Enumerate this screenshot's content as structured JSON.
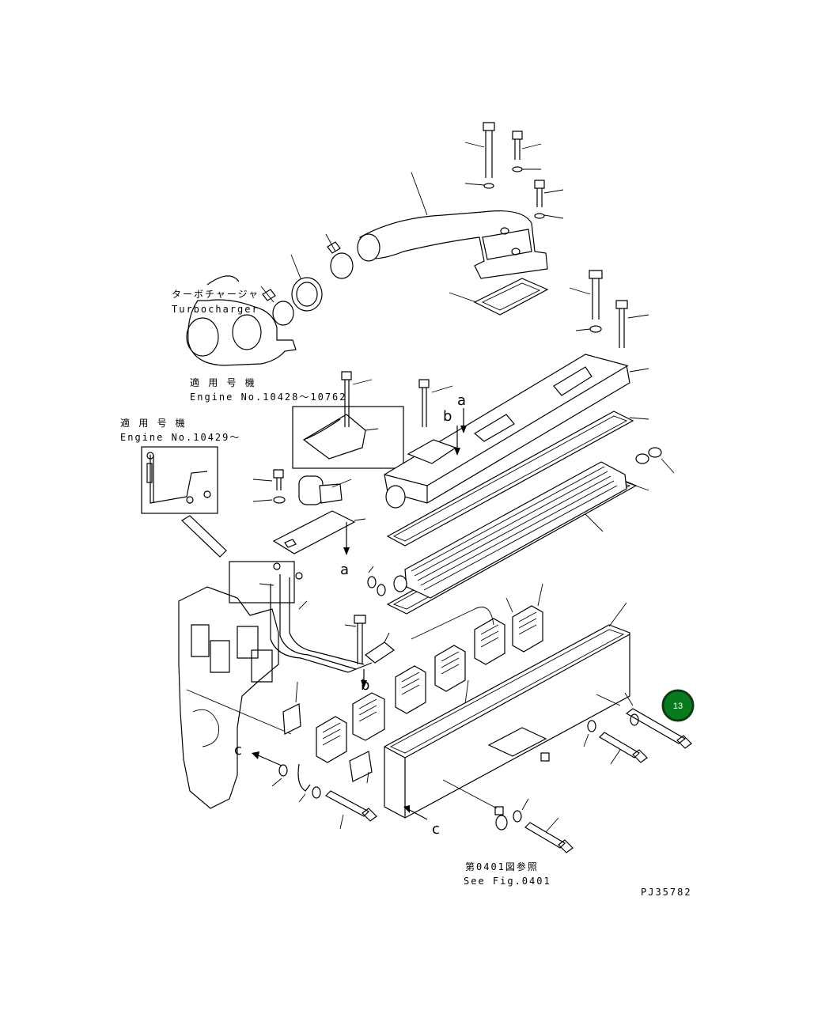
{
  "labels": {
    "turbo_jp": "ターボチャージャ",
    "turbo_en": "Turbocharger",
    "applicable_jp_1": "適 用 号 機",
    "engine_range_1": "Engine No.10428～10762",
    "applicable_jp_2": "適 用 号 機",
    "engine_range_2": "Engine No.10429～",
    "see_fig_jp": "第0401図参照",
    "see_fig_en": "See Fig.0401",
    "drawing_no": "PJ35782"
  },
  "refs": {
    "a": "a",
    "b": "b",
    "c": "c"
  },
  "callout": {
    "number": "13",
    "color": "#0a7a1e",
    "ring_color": "#0b3d12"
  }
}
